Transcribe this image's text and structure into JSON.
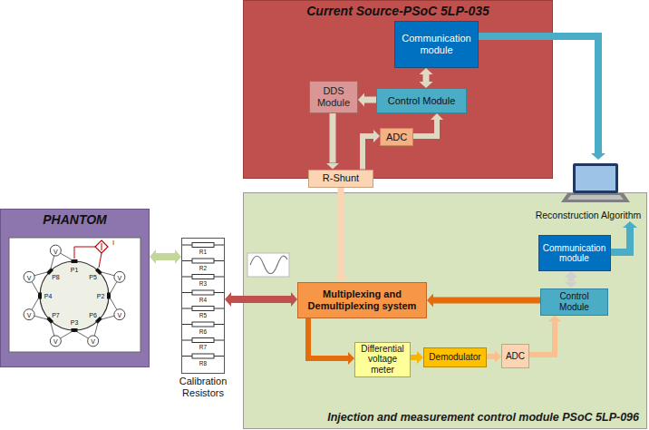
{
  "diagram": {
    "nodes": [
      {
        "text": [
          "Current Source-PSoC 5LP-035"
        ]
      },
      {
        "text": [
          "Communication module"
        ],
        "in": 0
      },
      {
        "text": [
          "DDS Module"
        ],
        "in": 0
      },
      {
        "text": [
          "Control Module"
        ],
        "in": 0
      },
      {
        "text": [
          "ADC"
        ],
        "in": 0
      },
      {
        "text": [
          "R-Shunt"
        ]
      },
      {
        "text": [
          "PHANTOM"
        ]
      },
      {
        "text": [
          "Calibration Resistors"
        ]
      },
      {
        "text": [
          "Injection and measurement control module PSoC 5LP-096"
        ]
      },
      {
        "text": [
          "Multiplexing and Demultiplexing system"
        ],
        "in": 8
      },
      {
        "text": [
          "Communication module"
        ],
        "in": 8
      },
      {
        "text": [
          "Control Module"
        ],
        "in": 8
      },
      {
        "text": [
          "Differential voltage meter"
        ],
        "in": 8
      },
      {
        "text": [
          "Demodulator"
        ],
        "in": 8
      },
      {
        "text": [
          "ADC"
        ],
        "in": 8
      },
      {
        "text": [
          "Reconstruction Algorithm"
        ]
      }
    ],
    "edges": [
      {
        "from": 1,
        "to": 3,
        "arrow": "both"
      },
      {
        "from": 3,
        "to": 2,
        "arrow": "to"
      },
      {
        "from": 2,
        "to": 5,
        "arrow": "to"
      },
      {
        "from": 5,
        "to": 4,
        "arrow": "to"
      },
      {
        "from": 4,
        "to": 3,
        "arrow": "to"
      },
      {
        "from": 1,
        "to": 15,
        "arrow": "to"
      },
      {
        "from": 5,
        "to": 9,
        "arrow": "to"
      },
      {
        "from": 6,
        "to": 7,
        "arrow": "both"
      },
      {
        "from": 7,
        "to": 9,
        "arrow": "both"
      },
      {
        "from": 11,
        "to": 9,
        "arrow": "to"
      },
      {
        "from": 10,
        "to": 11,
        "arrow": "both"
      },
      {
        "from": 9,
        "to": 12,
        "arrow": "to"
      },
      {
        "from": 12,
        "to": 13,
        "arrow": "to"
      },
      {
        "from": 13,
        "to": 14,
        "arrow": "to"
      },
      {
        "from": 14,
        "to": 11,
        "arrow": "to"
      },
      {
        "from": 10,
        "to": 15,
        "arrow": "to"
      }
    ],
    "labels": [
      "I",
      "P1",
      "P2",
      "P3",
      "P4",
      "P5",
      "P6",
      "P7",
      "P8",
      "V",
      "V",
      "V",
      "V",
      "V",
      "V",
      "V",
      "R1",
      "R2",
      "R3",
      "R4",
      "R5",
      "R6",
      "R7",
      "R8"
    ]
  }
}
